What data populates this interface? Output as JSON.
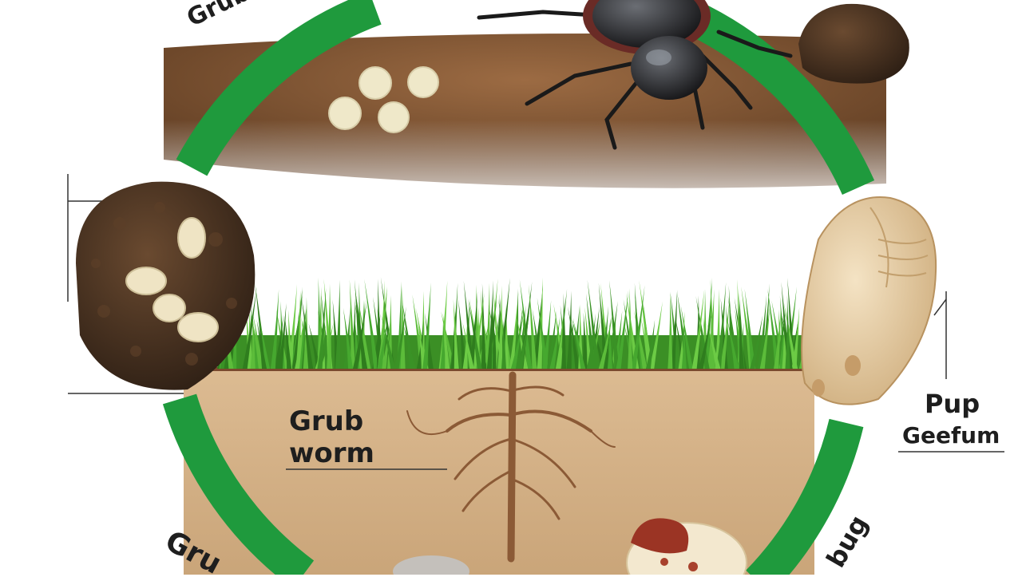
{
  "labels": {
    "top_left": "Grub",
    "grub_worm_line1": "Grub",
    "grub_worm_line2": "worm",
    "pupa_line1": "Pup",
    "pupa_line2": "Geefum",
    "bottom_left": "Gru",
    "bottom_right": "bug"
  },
  "colors": {
    "cycle_ring": "#1f9a3d",
    "soil_dark": "#6e4a2c",
    "soil_light": "#d9b994",
    "grass": "#3f9e2a",
    "dung_ball": "#4a3220",
    "egg": "#f1ead0",
    "pupa": "#e7d1a9",
    "beetle": "#2c2d30",
    "label_text": "#1e1e1e"
  },
  "icons": [
    "beetle-icon",
    "egg-cluster-icon",
    "dung-ball-icon",
    "pupa-icon",
    "grub-larva-icon",
    "root-icon",
    "grass-icon"
  ]
}
